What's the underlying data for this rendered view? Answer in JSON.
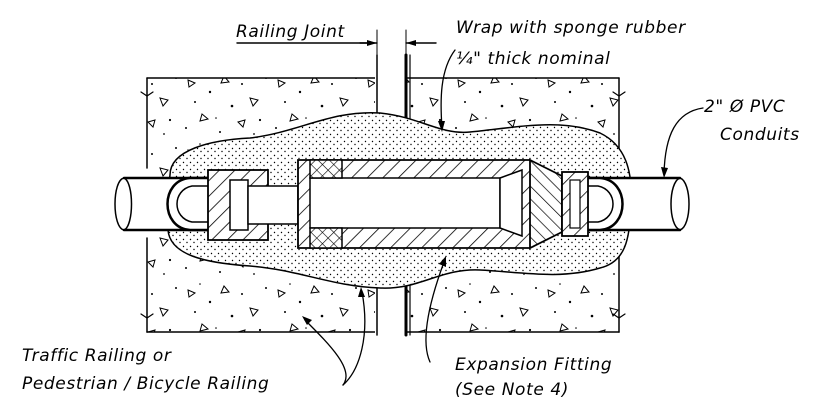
{
  "labels": {
    "railing_joint": "Railing Joint",
    "wrap_line1": "Wrap with sponge rubber",
    "wrap_frac": "¼",
    "wrap_line2": "\" thick nominal",
    "pvc_line1": "2\" Ø PVC",
    "pvc_line2": "Conduits",
    "railing_line1": "Traffic Railing or",
    "railing_line2": "Pedestrian / Bicycle Railing",
    "fitting_line1": "Expansion Fitting",
    "fitting_line2": "(See Note 4)"
  }
}
